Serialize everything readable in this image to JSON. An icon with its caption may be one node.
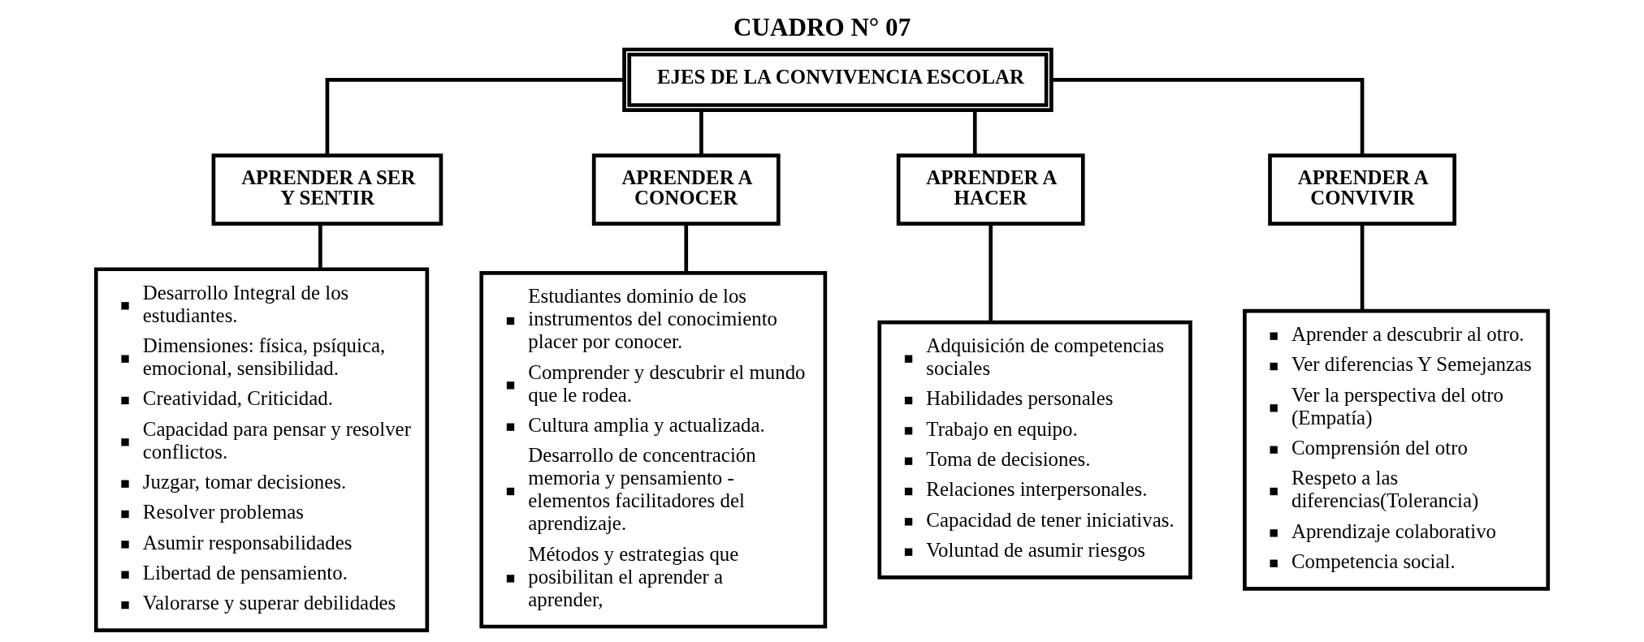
{
  "diagram": {
    "title": "CUADRO N° 07",
    "nodes": [
      {
        "text": [
          "EJES DE LA CONVIVENCIA ESCOLAR"
        ]
      },
      {
        "text": [
          "APRENDER A SER Y SENTIR"
        ]
      },
      {
        "text": [
          "APRENDER A CONOCER"
        ]
      },
      {
        "text": [
          "APRENDER A HACER"
        ]
      },
      {
        "text": [
          "APRENDER A CONVIVIR"
        ]
      },
      {
        "text": [
          "Desarrollo Integral de los estudiantes.",
          "Dimensiones: física, psíquica, emocional, sensibilidad.",
          "Creatividad, Criticidad.",
          "Capacidad para pensar y resolver conflictos.",
          "Juzgar, tomar decisiones.",
          "Resolver problemas",
          "Asumir responsabilidades",
          "Libertad de pensamiento.",
          "Valorarse y superar debilidades"
        ]
      },
      {
        "text": [
          "Estudiantes dominio de los instrumentos del conocimiento placer por conocer.",
          "Comprender y descubrir el mundo que le rodea.",
          "Cultura amplia y actualizada.",
          "Desarrollo de concentración memoria y pensamiento - elementos facilitadores del aprendizaje.",
          "Métodos y estrategias que posibilitan el aprender a aprender,"
        ]
      },
      {
        "text": [
          "Adquisición de competencias sociales",
          "Habilidades personales",
          "Trabajo en equipo.",
          "Toma de decisiones.",
          "Relaciones interpersonales.",
          "Capacidad de tener iniciativas.",
          "Voluntad de asumir riesgos"
        ]
      },
      {
        "text": [
          "Aprender a descubrir al otro.",
          "Ver diferencias Y Semejanzas",
          "Ver la perspectiva del otro (Empatía)",
          "Comprensión del otro",
          "Respeto a las diferencias(Tolerancia)",
          "Aprendizaje colaborativo",
          "Competencia social."
        ]
      }
    ],
    "edges": [
      {
        "from": 0,
        "to": 1,
        "arrow": "none"
      },
      {
        "from": 0,
        "to": 2,
        "arrow": "none"
      },
      {
        "from": 0,
        "to": 3,
        "arrow": "none"
      },
      {
        "from": 0,
        "to": 4,
        "arrow": "none"
      },
      {
        "from": 1,
        "to": 5,
        "arrow": "none"
      },
      {
        "from": 2,
        "to": 6,
        "arrow": "none"
      },
      {
        "from": 3,
        "to": 7,
        "arrow": "none"
      },
      {
        "from": 4,
        "to": 8,
        "arrow": "none"
      }
    ]
  }
}
